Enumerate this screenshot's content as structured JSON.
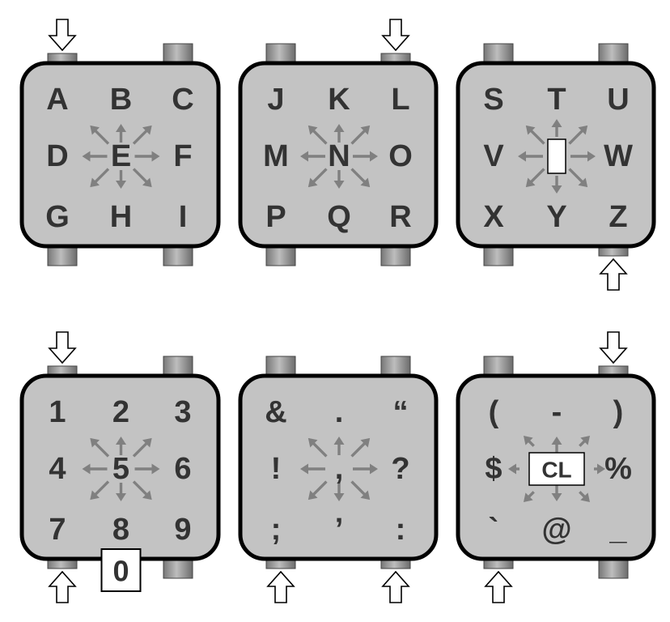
{
  "colors": {
    "panel_fill": "#c3c3c3",
    "panel_stroke": "#000000",
    "letter": "#333333",
    "arrow": "#808080",
    "button": "#9a9a9a",
    "box_fill": "#ffffff"
  },
  "panels": [
    {
      "id": "abc",
      "grid": [
        "A",
        "B",
        "C",
        "D",
        "E",
        "F",
        "G",
        "H",
        "I"
      ],
      "center_box": "",
      "extra_box": "",
      "buttons": {
        "tl": "pressed",
        "tr": "raised",
        "bl": "raised",
        "br": "raised"
      },
      "indicators": [
        {
          "corner": "tl",
          "direction": "down"
        }
      ]
    },
    {
      "id": "jkl",
      "grid": [
        "J",
        "K",
        "L",
        "M",
        "N",
        "O",
        "P",
        "Q",
        "R"
      ],
      "center_box": "",
      "extra_box": "",
      "buttons": {
        "tl": "raised",
        "tr": "pressed",
        "bl": "raised",
        "br": "raised"
      },
      "indicators": [
        {
          "corner": "tr",
          "direction": "down"
        }
      ]
    },
    {
      "id": "stu",
      "grid": [
        "S",
        "T",
        "U",
        "V",
        "",
        "W",
        "X",
        "Y",
        "Z"
      ],
      "center_box": "",
      "center_box_shape": "tall",
      "extra_box": "",
      "buttons": {
        "tl": "raised",
        "tr": "raised",
        "bl": "raised",
        "br": "pressed"
      },
      "indicators": [
        {
          "corner": "br",
          "direction": "up"
        }
      ]
    },
    {
      "id": "digits",
      "grid": [
        "1",
        "2",
        "3",
        "4",
        "5",
        "6",
        "7",
        "8",
        "9"
      ],
      "center_box": "",
      "extra_box": "0",
      "buttons": {
        "tl": "pressed",
        "tr": "raised",
        "bl": "pressed",
        "br": "raised"
      },
      "indicators": [
        {
          "corner": "tl",
          "direction": "down"
        },
        {
          "corner": "bl",
          "direction": "up"
        }
      ]
    },
    {
      "id": "punct",
      "grid": [
        "&",
        ".",
        "“",
        "!",
        ",",
        "?",
        ";",
        "’",
        ":"
      ],
      "center_box": "",
      "extra_box": "",
      "buttons": {
        "tl": "raised",
        "tr": "raised",
        "bl": "pressed",
        "br": "pressed"
      },
      "indicators": [
        {
          "corner": "bl",
          "direction": "up"
        },
        {
          "corner": "br",
          "direction": "up"
        }
      ]
    },
    {
      "id": "symbols",
      "grid": [
        "(",
        "-",
        ")",
        "$",
        "",
        "%",
        "`",
        "@",
        "_"
      ],
      "center_box": "CL",
      "center_box_shape": "wide",
      "extra_box": "",
      "buttons": {
        "tl": "raised",
        "tr": "pressed",
        "bl": "pressed",
        "br": "raised"
      },
      "indicators": [
        {
          "corner": "tr",
          "direction": "down"
        },
        {
          "corner": "bl",
          "direction": "up"
        }
      ]
    }
  ]
}
